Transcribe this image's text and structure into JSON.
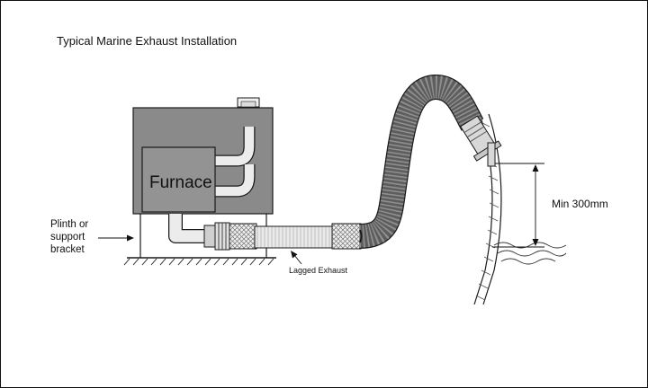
{
  "diagram": {
    "title": "Typical Marine Exhaust Installation",
    "furnace_label": "Furnace",
    "plinth_label": "Plinth or support bracket",
    "lagged_label": "Lagged Exhaust",
    "clearance_label": "Min 300mm"
  },
  "colors": {
    "unit_body": "#8a8a8a",
    "panel": "#939393",
    "hose_dark": "#5d5d5d",
    "pipe_light": "#e6e6e6",
    "outline": "#1a1a1a"
  }
}
